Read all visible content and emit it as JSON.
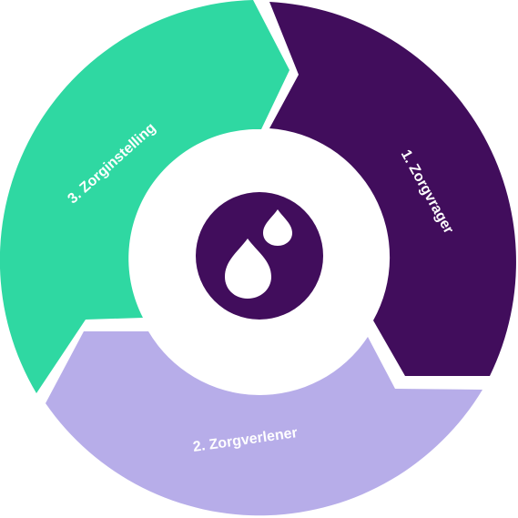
{
  "segments": [
    {
      "id": "zorgvrager",
      "label": "1. Zorgvrager",
      "color": "#410d5c"
    },
    {
      "id": "zorgverlener",
      "label": "2. Zorgverlener",
      "color": "#b7ade9"
    },
    {
      "id": "zorginstelling",
      "label": "3. Zorginstelling",
      "color": "#2fd8a2"
    }
  ],
  "center": {
    "icon": "two-droplets-icon",
    "color": "#410d5c"
  },
  "background": "#ffffff"
}
